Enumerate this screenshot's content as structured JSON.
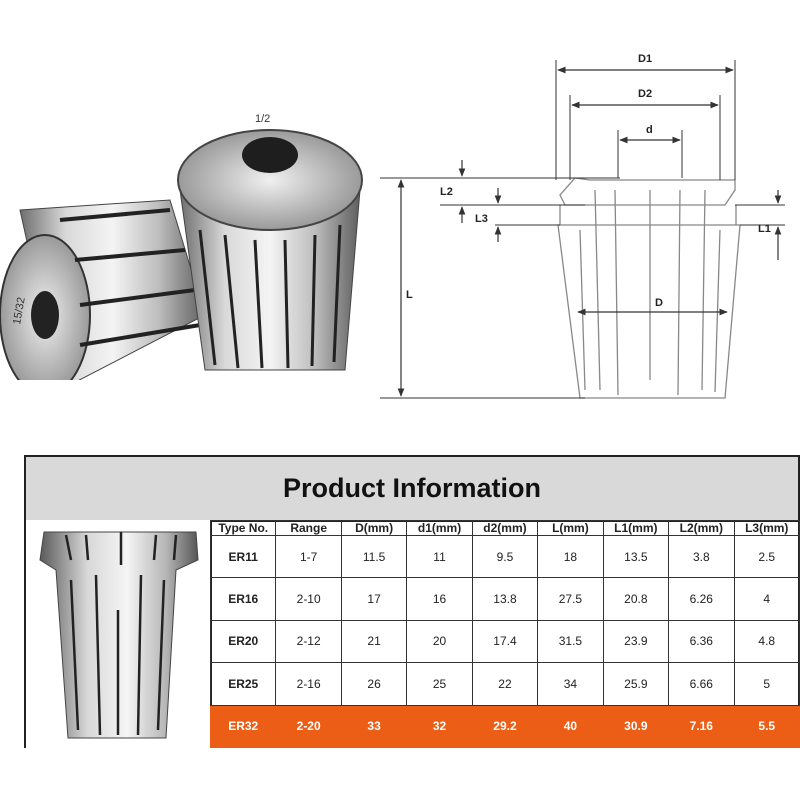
{
  "photo": {
    "collet_left_marking": "15/32",
    "collet_right_marking": "1/2"
  },
  "drawing": {
    "labels": {
      "D1": "D1",
      "D2": "D2",
      "d": "d",
      "L2": "L2",
      "L3": "L3",
      "L1": "L1",
      "L": "L",
      "D": "D"
    }
  },
  "info": {
    "title": "Product Information",
    "headers": [
      "Type No.",
      "Range",
      "D(mm)",
      "d1(mm)",
      "d2(mm)",
      "L(mm)",
      "L1(mm)",
      "L2(mm)",
      "L3(mm)"
    ],
    "rows": [
      [
        "ER11",
        "1-7",
        "11.5",
        "11",
        "9.5",
        "18",
        "13.5",
        "3.8",
        "2.5"
      ],
      [
        "ER16",
        "2-10",
        "17",
        "16",
        "13.8",
        "27.5",
        "20.8",
        "6.26",
        "4"
      ],
      [
        "ER20",
        "2-12",
        "21",
        "20",
        "17.4",
        "31.5",
        "23.9",
        "6.36",
        "4.8"
      ],
      [
        "ER25",
        "2-16",
        "26",
        "25",
        "22",
        "34",
        "25.9",
        "6.66",
        "5"
      ],
      [
        "ER32",
        "2-20",
        "33",
        "32",
        "29.2",
        "40",
        "30.9",
        "7.16",
        "5.5"
      ]
    ],
    "highlight_row": 4,
    "highlight_color": "#ec5d15"
  }
}
